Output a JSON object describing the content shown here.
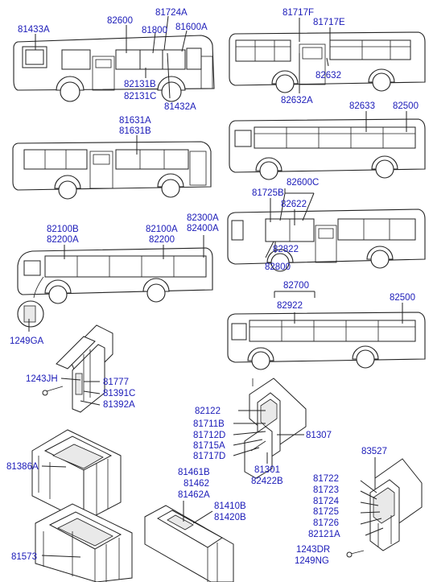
{
  "labels": {
    "p81433A": "81433A",
    "p82600": "82600",
    "p81724A": "81724A",
    "p81800": "81800",
    "p81600A": "81600A",
    "p82131B": "82131B",
    "p82131C": "82131C",
    "p81432A": "81432A",
    "p81717F": "81717F",
    "p81717E": "81717E",
    "p82632": "82632",
    "p82632A": "82632A",
    "p81631A": "81631A",
    "p81631B": "81631B",
    "p82633": "82633",
    "p82500a": "82500",
    "p82600C": "82600C",
    "p81725B": "81725B",
    "p82622": "82622",
    "p82822": "82822",
    "p82800": "82800",
    "p82100B": "82100B",
    "p82200A": "82200A",
    "p82100A": "82100A",
    "p82200": "82200",
    "p82300A": "82300A",
    "p82400A": "82400A",
    "p1249GA": "1249GA",
    "p82700": "82700",
    "p82922": "82922",
    "p82500b": "82500",
    "p1243JH": "1243JH",
    "p81777": "81777",
    "p81391C": "81391C",
    "p81392A": "81392A",
    "p82122": "82122",
    "p81711B": "81711B",
    "p81712D": "81712D",
    "p81715A": "81715A",
    "p81717D": "81717D",
    "p81307": "81307",
    "p81301": "81301",
    "p82422B": "82422B",
    "p81386A": "81386A",
    "p81461B": "81461B",
    "p81462": "81462",
    "p81462A": "81462A",
    "p81410B": "81410B",
    "p81420B": "81420B",
    "p83527": "83527",
    "p81722": "81722",
    "p81723": "81723",
    "p81724": "81724",
    "p81725": "81725",
    "p81726": "81726",
    "p82121A": "82121A",
    "p1243DR": "1243DR",
    "p1249NG": "1249NG",
    "p81573": "81573"
  },
  "colors": {
    "label": "#1a1ab8",
    "line": "#222222"
  }
}
